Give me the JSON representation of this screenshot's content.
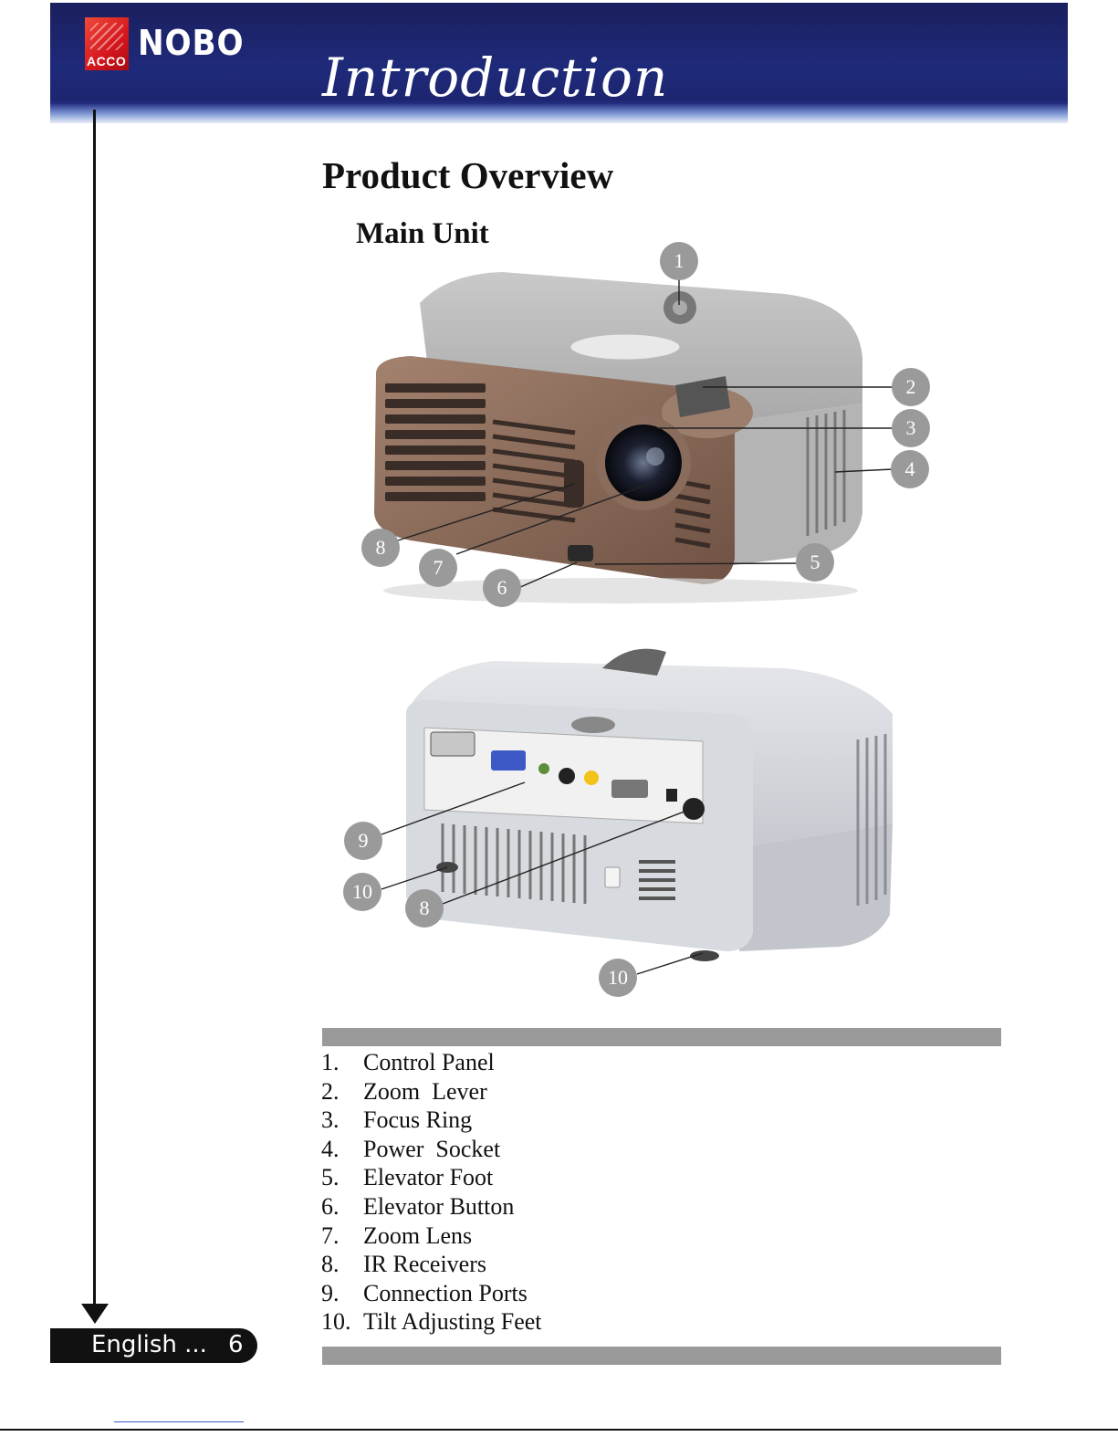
{
  "header": {
    "logo_brand": "NOBO",
    "logo_sub": "ACCO",
    "chapter_title": "Introduction"
  },
  "section_title": "Product Overview",
  "sub_title": "Main Unit",
  "figure_callouts_front": [
    "1",
    "2",
    "3",
    "4",
    "5",
    "6",
    "7",
    "8"
  ],
  "figure_callouts_rear": [
    "9",
    "10",
    "8",
    "10"
  ],
  "parts": [
    {
      "num": "1.",
      "label": "Control Panel"
    },
    {
      "num": "2.",
      "label": "Zoom  Lever"
    },
    {
      "num": "3.",
      "label": "Focus Ring"
    },
    {
      "num": "4.",
      "label": "Power  Socket"
    },
    {
      "num": "5.",
      "label": "Elevator Foot"
    },
    {
      "num": "6.",
      "label": "Elevator Button"
    },
    {
      "num": "7.",
      "label": "Zoom Lens"
    },
    {
      "num": "8.",
      "label": "IR Receivers"
    },
    {
      "num": "9.",
      "label": "Connection Ports"
    },
    {
      "num": "10.",
      "label": "Tilt Adjusting Feet"
    }
  ],
  "footer": {
    "language": "English ...",
    "page_number": "6"
  },
  "colors": {
    "header_blue": "#1e2a7a",
    "logo_red": "#d4161d",
    "projector_bronze": "#8a6a58",
    "callout_gray": "#9a9a9a",
    "bar_gray": "#9a9a9a"
  }
}
